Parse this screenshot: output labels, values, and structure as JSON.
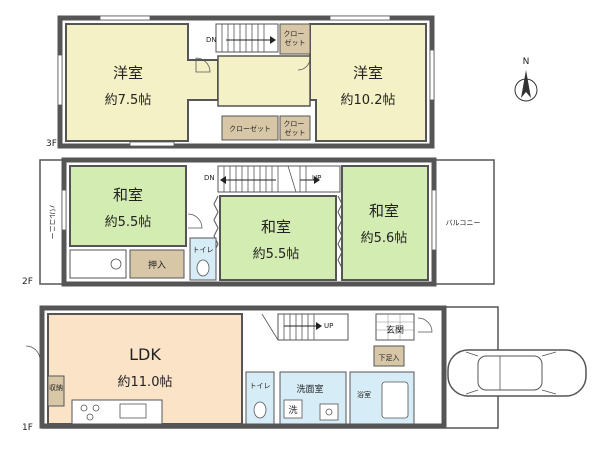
{
  "floors": {
    "f3": {
      "label": "3F",
      "rooms": [
        {
          "name": "洋室",
          "size": "約7.5帖"
        },
        {
          "name": "洋室",
          "size": "約10.2帖"
        }
      ],
      "closets": [
        "クロー\nゼット",
        "クローゼット",
        "クロー\nゼット"
      ],
      "stair_dn": "DN"
    },
    "f2": {
      "label": "2F",
      "rooms": [
        {
          "name": "和室",
          "size": "約5.5帖"
        },
        {
          "name": "和室",
          "size": "約5.5帖"
        },
        {
          "name": "和室",
          "size": "約5.6帖"
        }
      ],
      "balcony_left": "バルコニー",
      "balcony_right": "バルコニー",
      "oshiire": "押入",
      "toilet": "トイレ",
      "stair_dn": "DN",
      "stair_up": "UP"
    },
    "f1": {
      "label": "1F",
      "ldk_name": "LDK",
      "ldk_size": "約11.0帖",
      "storage": "収納",
      "toilet": "トイレ",
      "washroom": "洗面室",
      "washer": "洗",
      "bathroom": "浴室",
      "entrance": "玄関",
      "shoe_box": "下足入",
      "stair_up": "UP"
    }
  },
  "compass": {
    "north": "N"
  },
  "colors": {
    "western_room": "#f5f1c6",
    "japanese_room": "#d3ecb1",
    "ldk": "#fbe3c7",
    "closet": "#d8c7a7",
    "wet_area": "#d6ecf7",
    "wall": "#555555"
  }
}
